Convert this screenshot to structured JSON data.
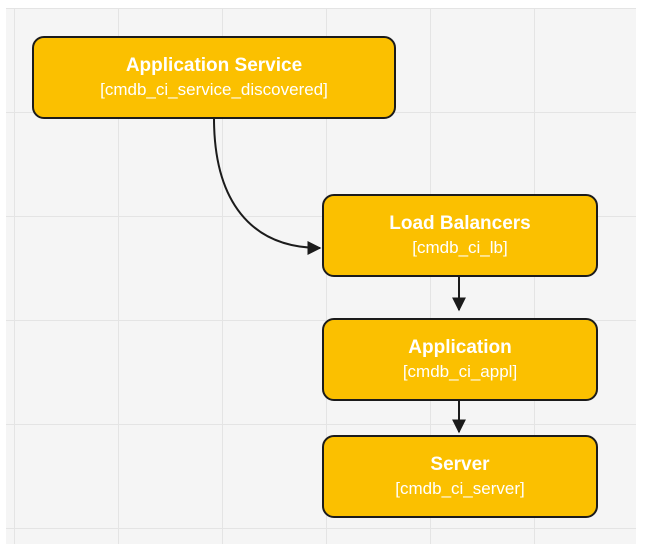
{
  "nodes": [
    {
      "id": "application_service",
      "title": "Application Service",
      "subtitle": "[cmdb_ci_service_discovered]"
    },
    {
      "id": "load_balancers",
      "title": "Load Balancers",
      "subtitle": "[cmdb_ci_lb]"
    },
    {
      "id": "application",
      "title": "Application",
      "subtitle": "[cmdb_ci_appl]"
    },
    {
      "id": "server",
      "title": "Server",
      "subtitle": "[cmdb_ci_server]"
    }
  ],
  "edges": [
    {
      "from": "application_service",
      "to": "load_balancers"
    },
    {
      "from": "load_balancers",
      "to": "application"
    },
    {
      "from": "application",
      "to": "server"
    }
  ],
  "colors": {
    "node_fill": "#fbc000",
    "node_border": "#1b1b1b",
    "node_text": "#ffffff",
    "edge": "#1b1b1b"
  }
}
